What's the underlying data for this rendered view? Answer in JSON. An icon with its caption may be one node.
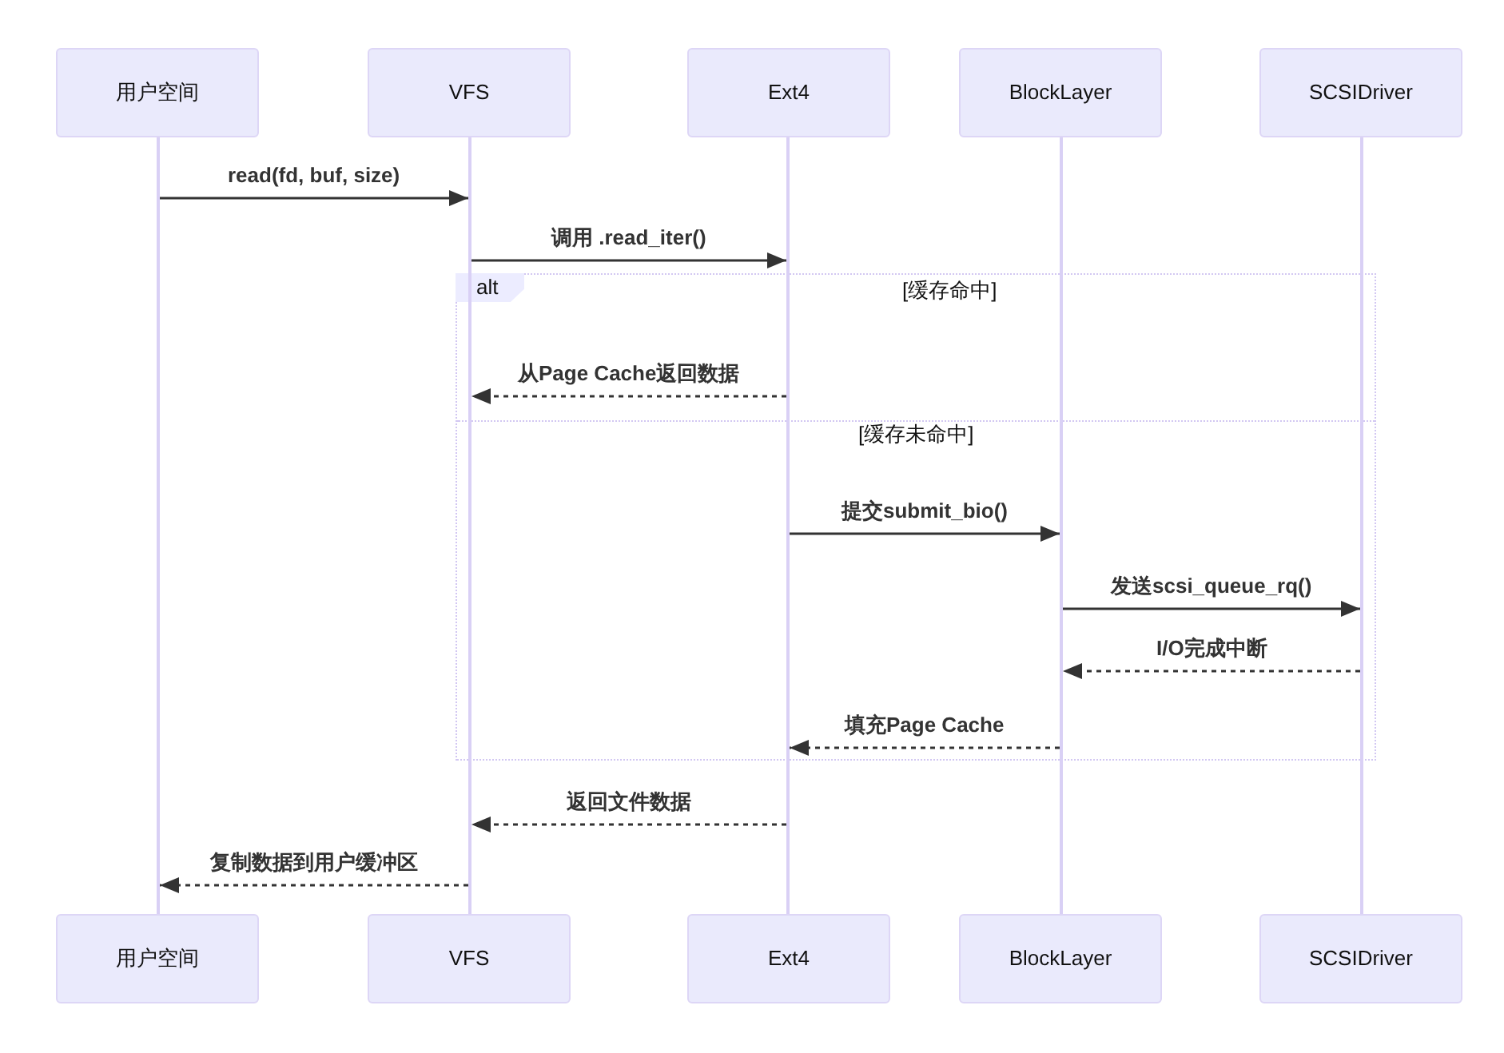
{
  "diagram": {
    "nodes": [
      {
        "text": [
          "用户空间"
        ]
      },
      {
        "text": [
          "VFS"
        ]
      },
      {
        "text": [
          "Ext4"
        ]
      },
      {
        "text": [
          "BlockLayer"
        ]
      },
      {
        "text": [
          "SCSIDriver"
        ]
      },
      {
        "text": [],
        "shape": "line"
      },
      {
        "text": [],
        "shape": "line"
      },
      {
        "text": [],
        "shape": "line"
      },
      {
        "text": [],
        "shape": "line"
      },
      {
        "text": [],
        "shape": "line"
      },
      {
        "text": [
          "alt"
        ]
      },
      {
        "text": [
          "用户空间"
        ]
      },
      {
        "text": [
          "VFS"
        ]
      },
      {
        "text": [
          "Ext4"
        ]
      },
      {
        "text": [
          "BlockLayer"
        ]
      },
      {
        "text": [
          "SCSIDriver"
        ]
      }
    ],
    "edges": [
      {
        "from": 5,
        "to": 6,
        "arrow": "to",
        "label": "read(fd, buf, size)"
      },
      {
        "from": 6,
        "to": 7,
        "arrow": "to",
        "label": "调用 .read_iter()"
      },
      {
        "from": 7,
        "to": 6,
        "arrow": "to",
        "label": "从Page Cache返回数据",
        "style": "dashed"
      },
      {
        "from": 7,
        "to": 8,
        "arrow": "to",
        "label": "提交submit_bio()"
      },
      {
        "from": 8,
        "to": 9,
        "arrow": "to",
        "label": "发送scsi_queue_rq()"
      },
      {
        "from": 9,
        "to": 8,
        "arrow": "to",
        "label": "I/O完成中断",
        "style": "dashed"
      },
      {
        "from": 8,
        "to": 7,
        "arrow": "to",
        "label": "填充Page Cache",
        "style": "dashed"
      },
      {
        "from": 7,
        "to": 6,
        "arrow": "to",
        "label": "返回文件数据",
        "style": "dashed"
      },
      {
        "from": 6,
        "to": 5,
        "arrow": "to",
        "label": "复制数据到用户缓冲区",
        "style": "dashed"
      }
    ],
    "labels": [
      "[缓存命中]",
      "[缓存未命中]"
    ]
  }
}
